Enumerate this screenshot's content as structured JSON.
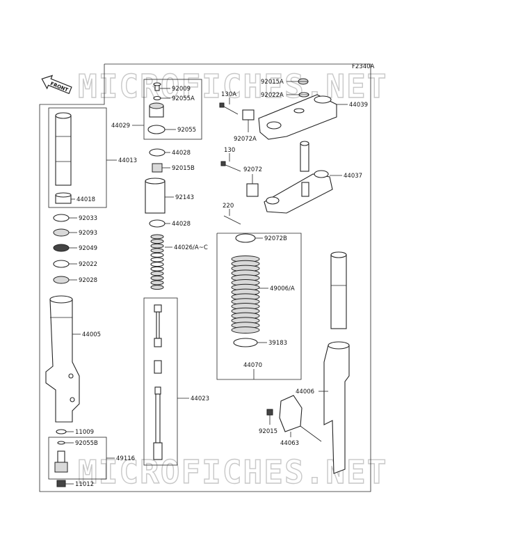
{
  "figure_code": "F2340A",
  "watermark": "MICROFICHES.NET",
  "front_label": "FRONT",
  "parts": {
    "p92009": "92009",
    "p92055A": "92055A",
    "p44029": "44029",
    "p92055": "92055",
    "p44028a": "44028",
    "p92015B": "92015B",
    "p92143": "92143",
    "p44028b": "44028",
    "p44026": "44026/A~C",
    "p44013": "44013",
    "p44018": "44018",
    "p92033": "92033",
    "p92093": "92093",
    "p92049": "92049",
    "p92022": "92022",
    "p92028": "92028",
    "p44005": "44005",
    "p44023": "44023",
    "p11009": "11009",
    "p92055B": "92055B",
    "p49116": "49116",
    "p11012": "11012",
    "p130A": "130A",
    "p92015A": "92015A",
    "p92022A": "92022A",
    "p44039": "44039",
    "p92072A": "92072A",
    "p130": "130",
    "p92072": "92072",
    "p44037": "44037",
    "p220": "220",
    "p92072B": "92072B",
    "p49006": "49006/A",
    "p39183": "39183",
    "p44070": "44070",
    "p44006": "44006",
    "p92015": "92015",
    "p44063": "44063"
  }
}
